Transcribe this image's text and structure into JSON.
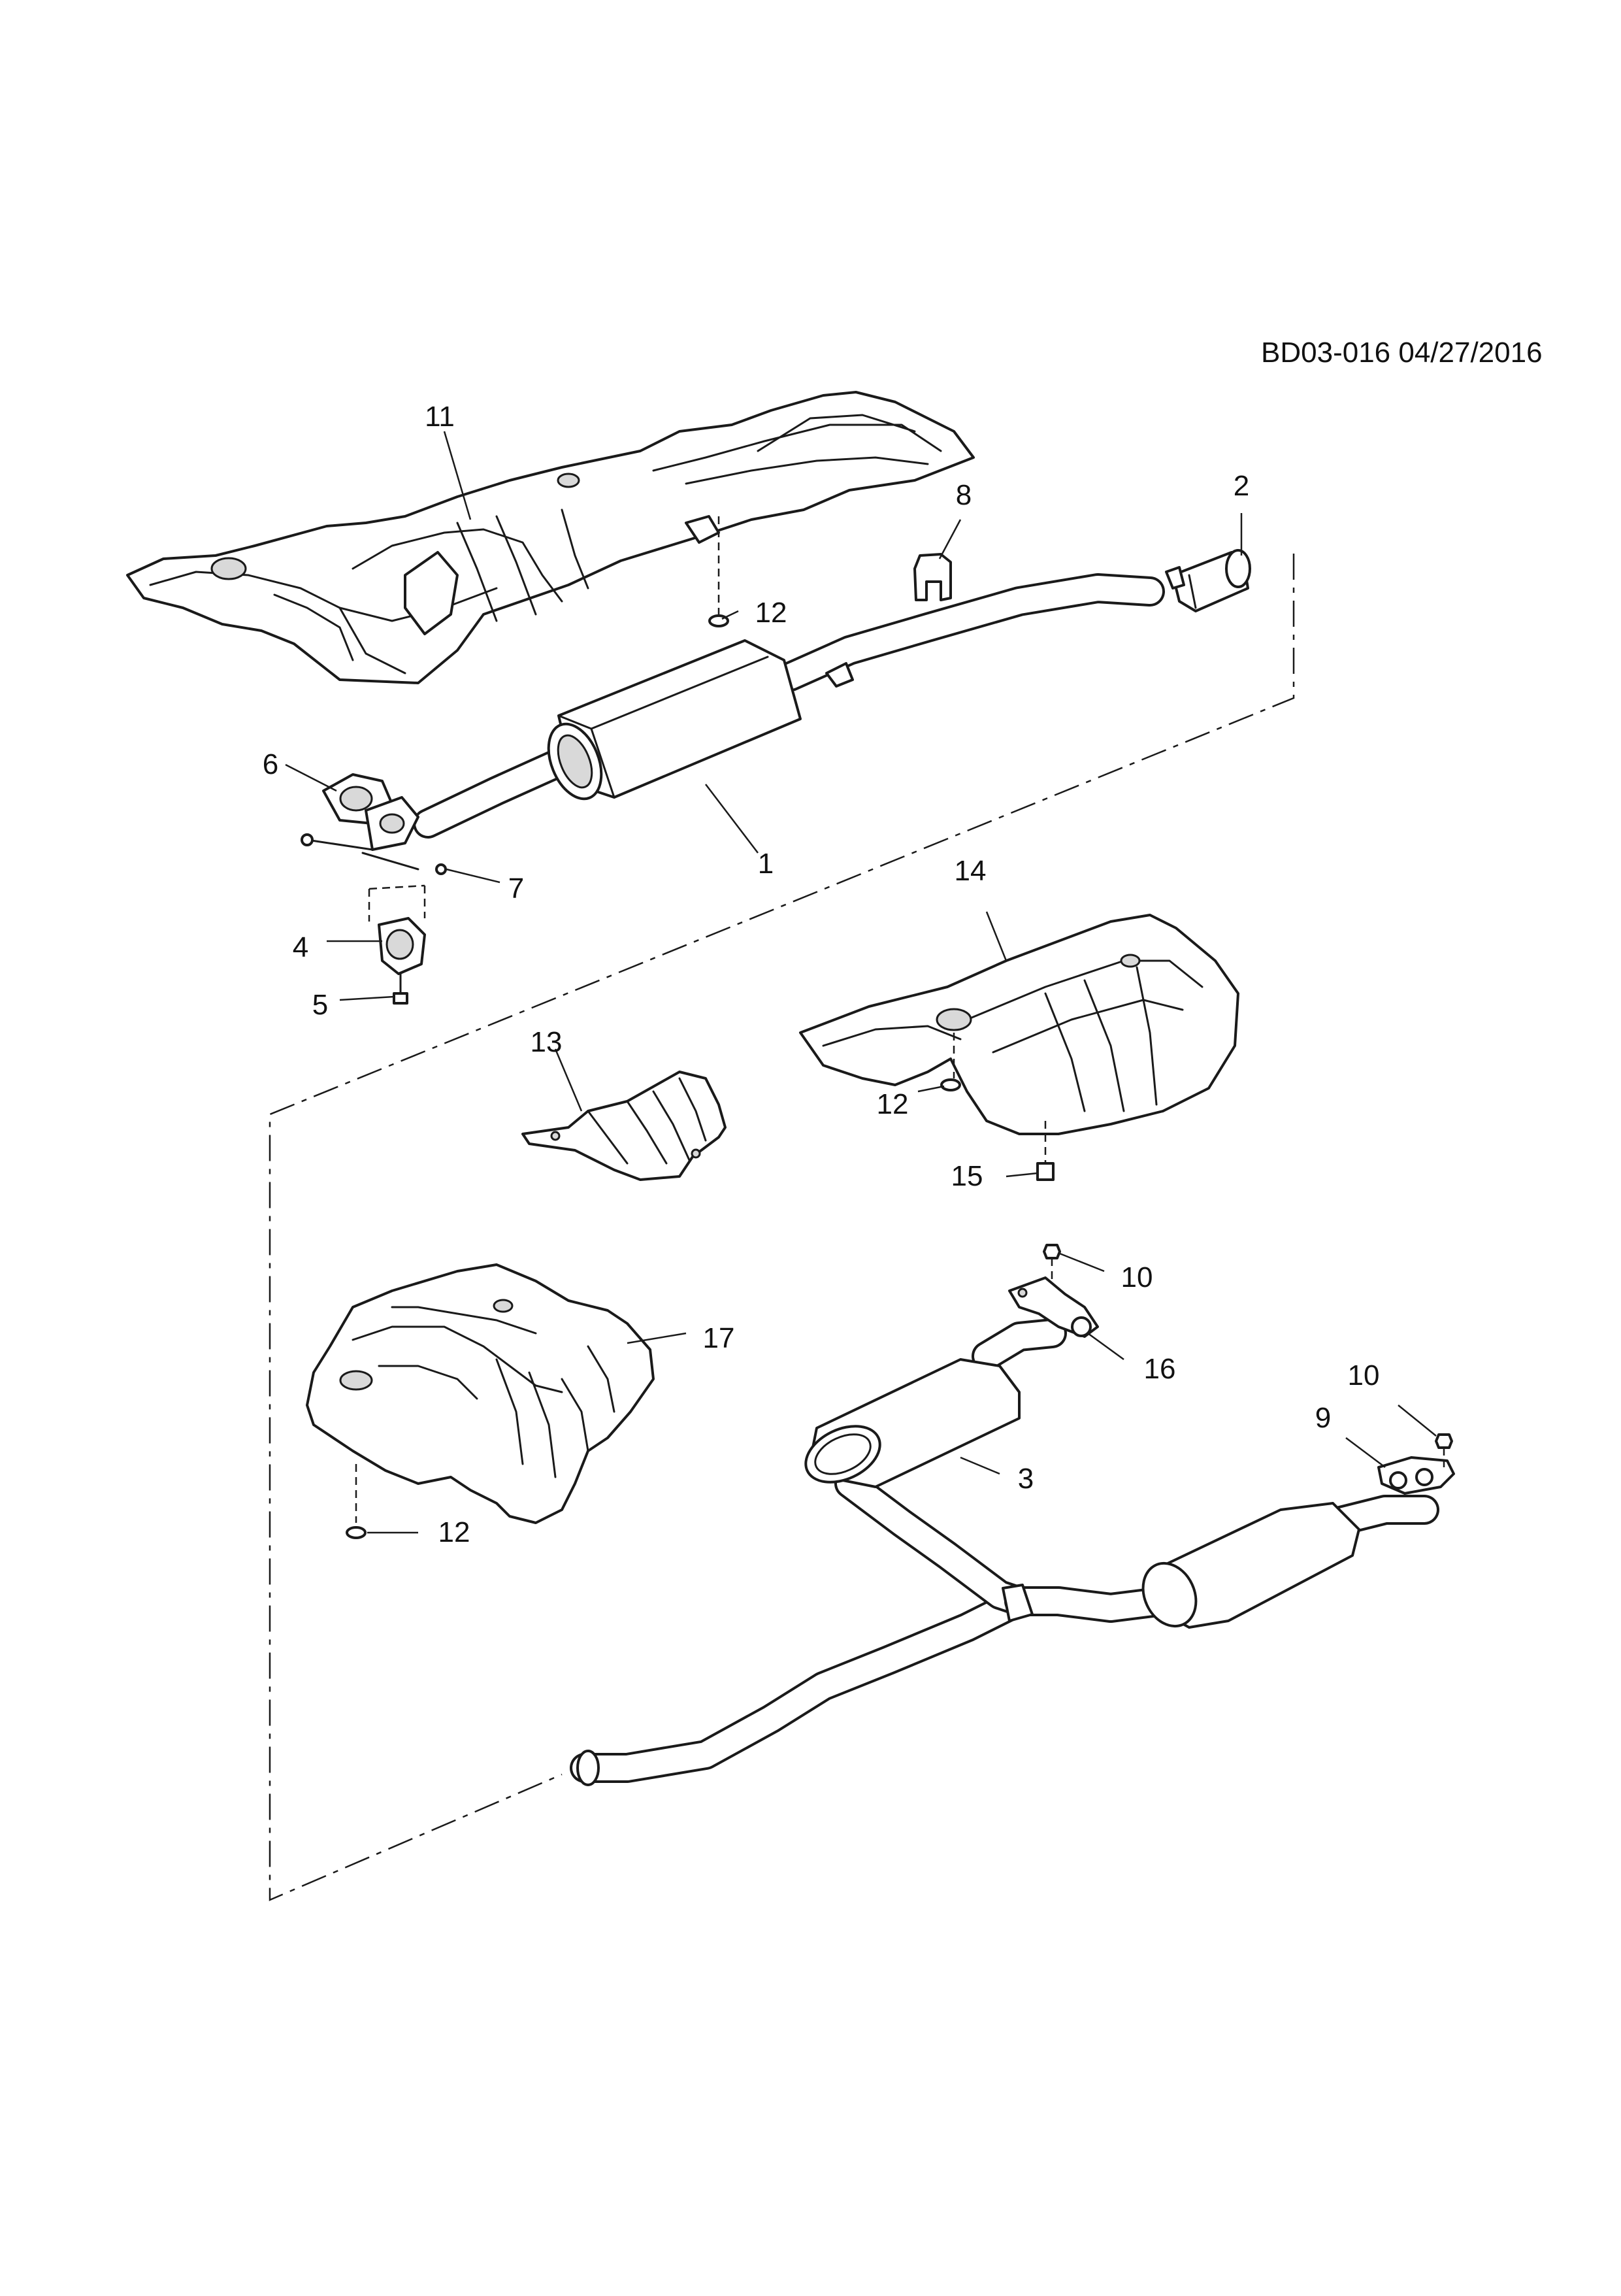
{
  "reference": "BD03-016 04/27/2016",
  "callouts": {
    "c1": "1",
    "c2": "2",
    "c3": "3",
    "c4": "4",
    "c5": "5",
    "c6": "6",
    "c7": "7",
    "c8": "8",
    "c9": "9",
    "c10a": "10",
    "c10b": "10",
    "c11": "11",
    "c12a": "12",
    "c12b": "12",
    "c12c": "12",
    "c13": "13",
    "c14": "14",
    "c15": "15",
    "c16": "16",
    "c17": "17"
  }
}
